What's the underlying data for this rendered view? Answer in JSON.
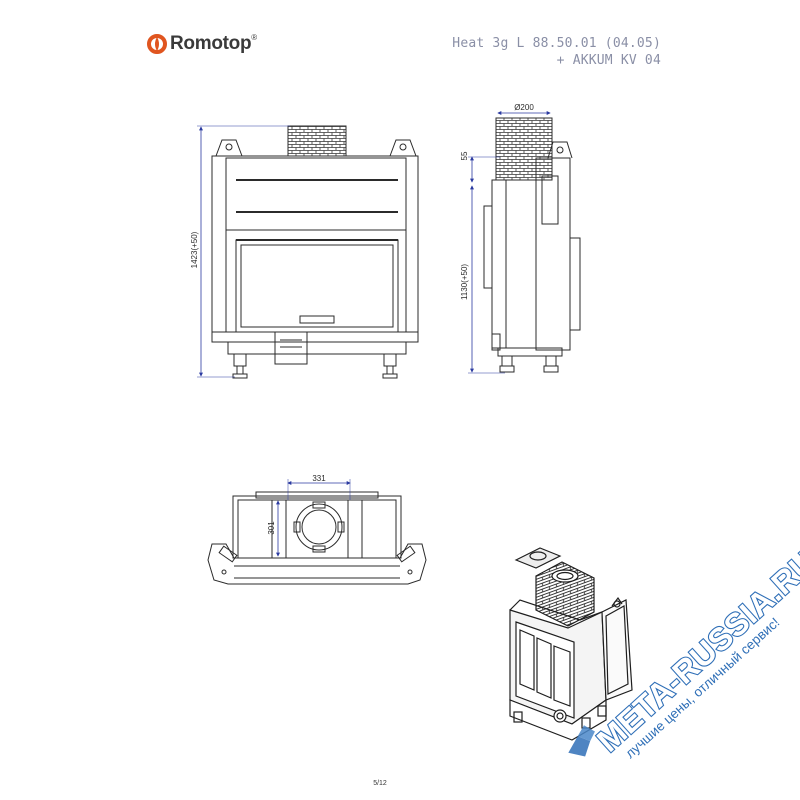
{
  "brand": {
    "name": "Romotop",
    "registered": "®",
    "accent": "#e0551f"
  },
  "title": {
    "line1": "Heat 3g L 88.50.01 (04.05)",
    "line2": "+ AKKUM KV 04"
  },
  "dimensions": {
    "front_height": "1423(+50)",
    "side_height": "1130(+50)",
    "flue_diameter": "Ø200",
    "top_offset": "55",
    "plan_width": "331",
    "plan_depth": "301"
  },
  "watermark": {
    "domain": "META-RUSSIA.RU",
    "slogan": "лучшие цены, отличный сервис!",
    "color": "#2f6fb7"
  },
  "page_number": "5/12",
  "colors": {
    "line": "#2b2b2b",
    "dimension": "#2b3aa0"
  }
}
